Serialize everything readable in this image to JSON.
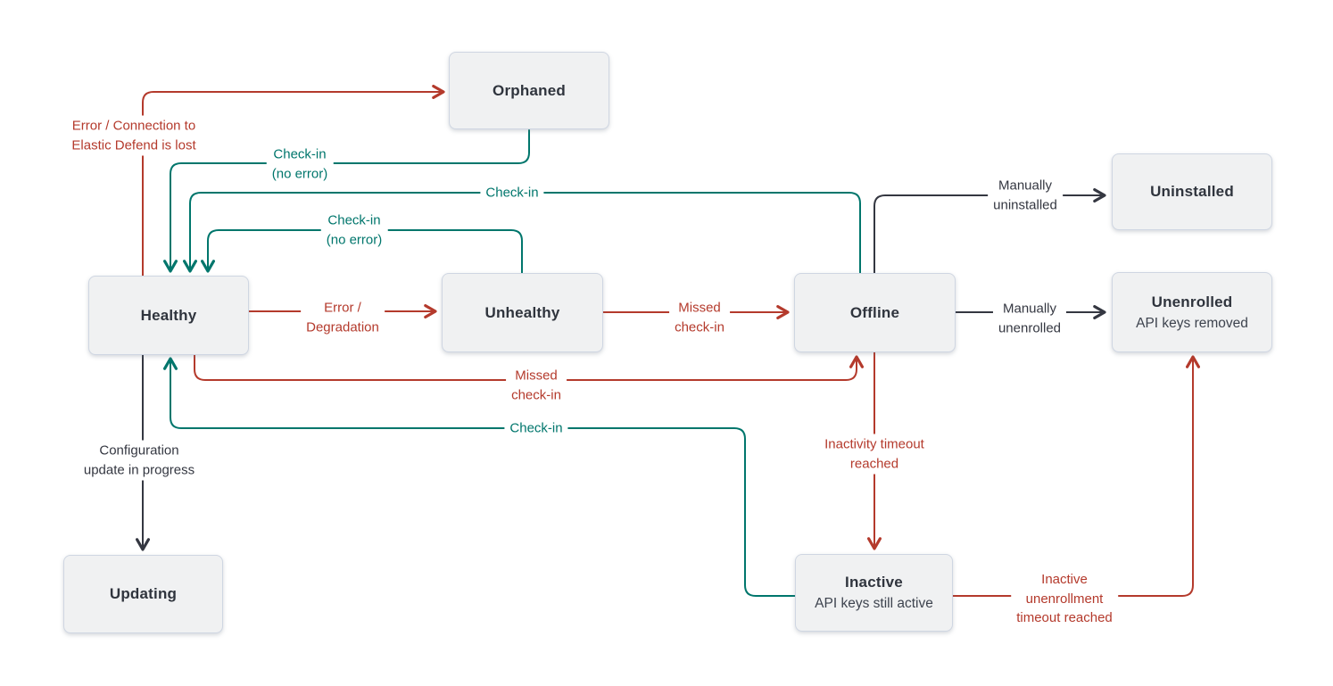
{
  "diagram": "elastic-agent-status-state-diagram",
  "colors": {
    "error_red": "#b43a2c",
    "checkin_teal": "#00766c",
    "neutral_dark": "#343741",
    "node_fill": "#f0f1f2",
    "node_border": "#cfd6e2",
    "background": "#ffffff"
  },
  "nodes": {
    "orphaned": {
      "title": "Orphaned"
    },
    "uninstalled": {
      "title": "Uninstalled"
    },
    "healthy": {
      "title": "Healthy"
    },
    "unhealthy": {
      "title": "Unhealthy"
    },
    "offline": {
      "title": "Offline"
    },
    "unenrolled": {
      "title": "Unenrolled",
      "subtitle": "API keys removed"
    },
    "updating": {
      "title": "Updating"
    },
    "inactive": {
      "title": "Inactive",
      "subtitle": "API keys still active"
    }
  },
  "edges": {
    "healthy_to_orphaned": {
      "from": "Healthy",
      "to": "Orphaned",
      "color": "error_red",
      "lines": [
        "Error / Connection to",
        "Elastic Defend is lost"
      ]
    },
    "orphaned_to_healthy": {
      "from": "Orphaned",
      "to": "Healthy",
      "color": "checkin_teal",
      "lines": [
        "Check-in",
        "(no error)"
      ]
    },
    "offline_to_healthy": {
      "from": "Offline",
      "to": "Healthy",
      "color": "checkin_teal",
      "lines": [
        "Check-in"
      ]
    },
    "unhealthy_to_healthy": {
      "from": "Unhealthy",
      "to": "Healthy",
      "color": "checkin_teal",
      "lines": [
        "Check-in",
        "(no error)"
      ]
    },
    "healthy_to_unhealthy": {
      "from": "Healthy",
      "to": "Unhealthy",
      "color": "error_red",
      "lines": [
        "Error /",
        "Degradation"
      ]
    },
    "unhealthy_to_offline": {
      "from": "Unhealthy",
      "to": "Offline",
      "color": "error_red",
      "lines": [
        "Missed",
        "check-in"
      ]
    },
    "offline_to_uninstalled": {
      "from": "Offline",
      "to": "Uninstalled",
      "color": "neutral_dark",
      "lines": [
        "Manually",
        "uninstalled"
      ]
    },
    "offline_to_unenrolled": {
      "from": "Offline",
      "to": "Unenrolled",
      "color": "neutral_dark",
      "lines": [
        "Manually",
        "unenrolled"
      ]
    },
    "healthy_to_offline": {
      "from": "Healthy",
      "to": "Offline",
      "color": "error_red",
      "lines": [
        "Missed",
        "check-in"
      ]
    },
    "healthy_to_updating": {
      "from": "Healthy",
      "to": "Updating",
      "color": "neutral_dark",
      "lines": [
        "Configuration",
        "update in progress"
      ]
    },
    "inactive_to_healthy": {
      "from": "Inactive",
      "to": "Healthy",
      "color": "checkin_teal",
      "lines": [
        "Check-in"
      ]
    },
    "offline_to_inactive": {
      "from": "Offline",
      "to": "Inactive",
      "color": "error_red",
      "lines": [
        "Inactivity timeout",
        "reached"
      ]
    },
    "inactive_to_unenrolled": {
      "from": "Inactive",
      "to": "Unenrolled",
      "color": "error_red",
      "lines": [
        "Inactive",
        "unenrollment",
        "timeout reached"
      ]
    }
  }
}
